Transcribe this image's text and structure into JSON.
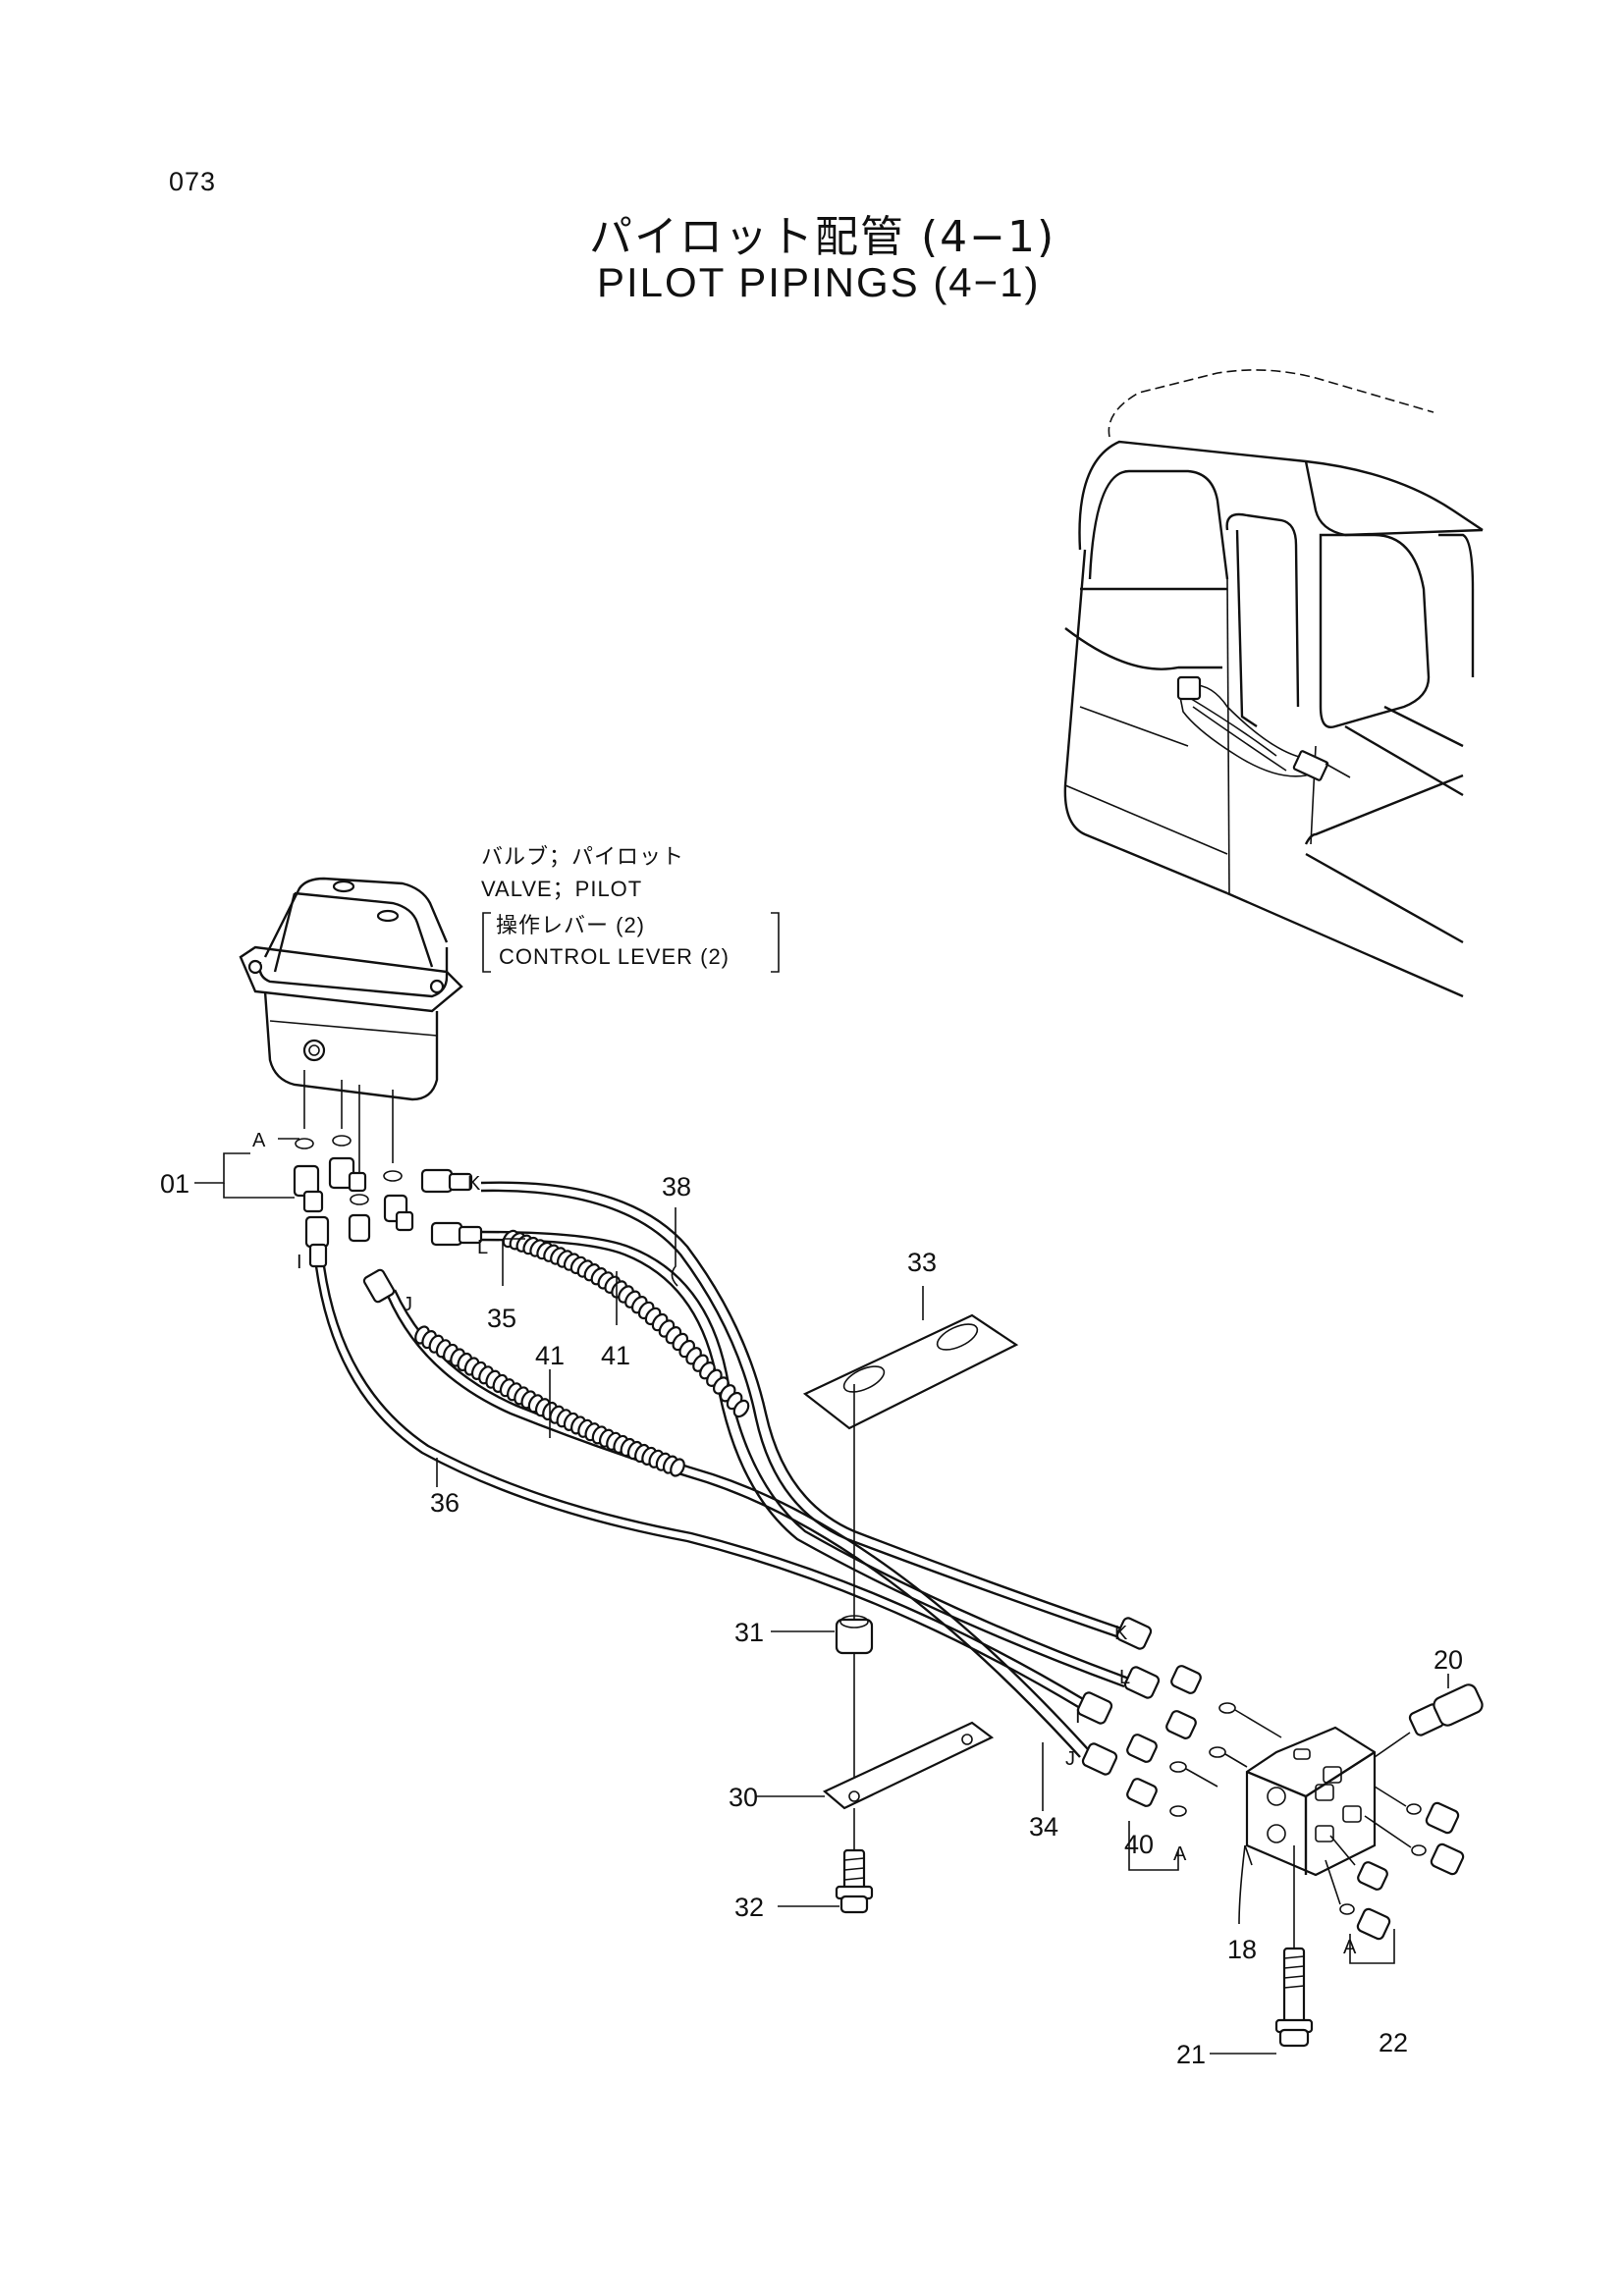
{
  "page_number": "073",
  "title_jp": "パイロット配管 (4−1)",
  "title_en": "PILOT PIPINGS (4−1)",
  "valve_note": {
    "line1": "バルブ；パイロット",
    "line2": "VALVE；PILOT",
    "line3": "操作レバー (2)",
    "line4": "CONTROL  LEVER (2)"
  },
  "callouts": {
    "p01": "01",
    "p18": "18",
    "p20": "20",
    "p21": "21",
    "p22": "22",
    "p30": "30",
    "p31": "31",
    "p32": "32",
    "p33": "33",
    "p34": "34",
    "p35": "35",
    "p36": "36",
    "p38": "38",
    "p40": "40",
    "p41a": "41",
    "p41b": "41"
  },
  "port_letters": {
    "a1": "A",
    "a2": "A",
    "a3": "A",
    "i1": "I",
    "j1": "J",
    "k1": "K",
    "l1": "L",
    "i2": "I",
    "j2": "J",
    "k2": "K",
    "l2": "L"
  }
}
